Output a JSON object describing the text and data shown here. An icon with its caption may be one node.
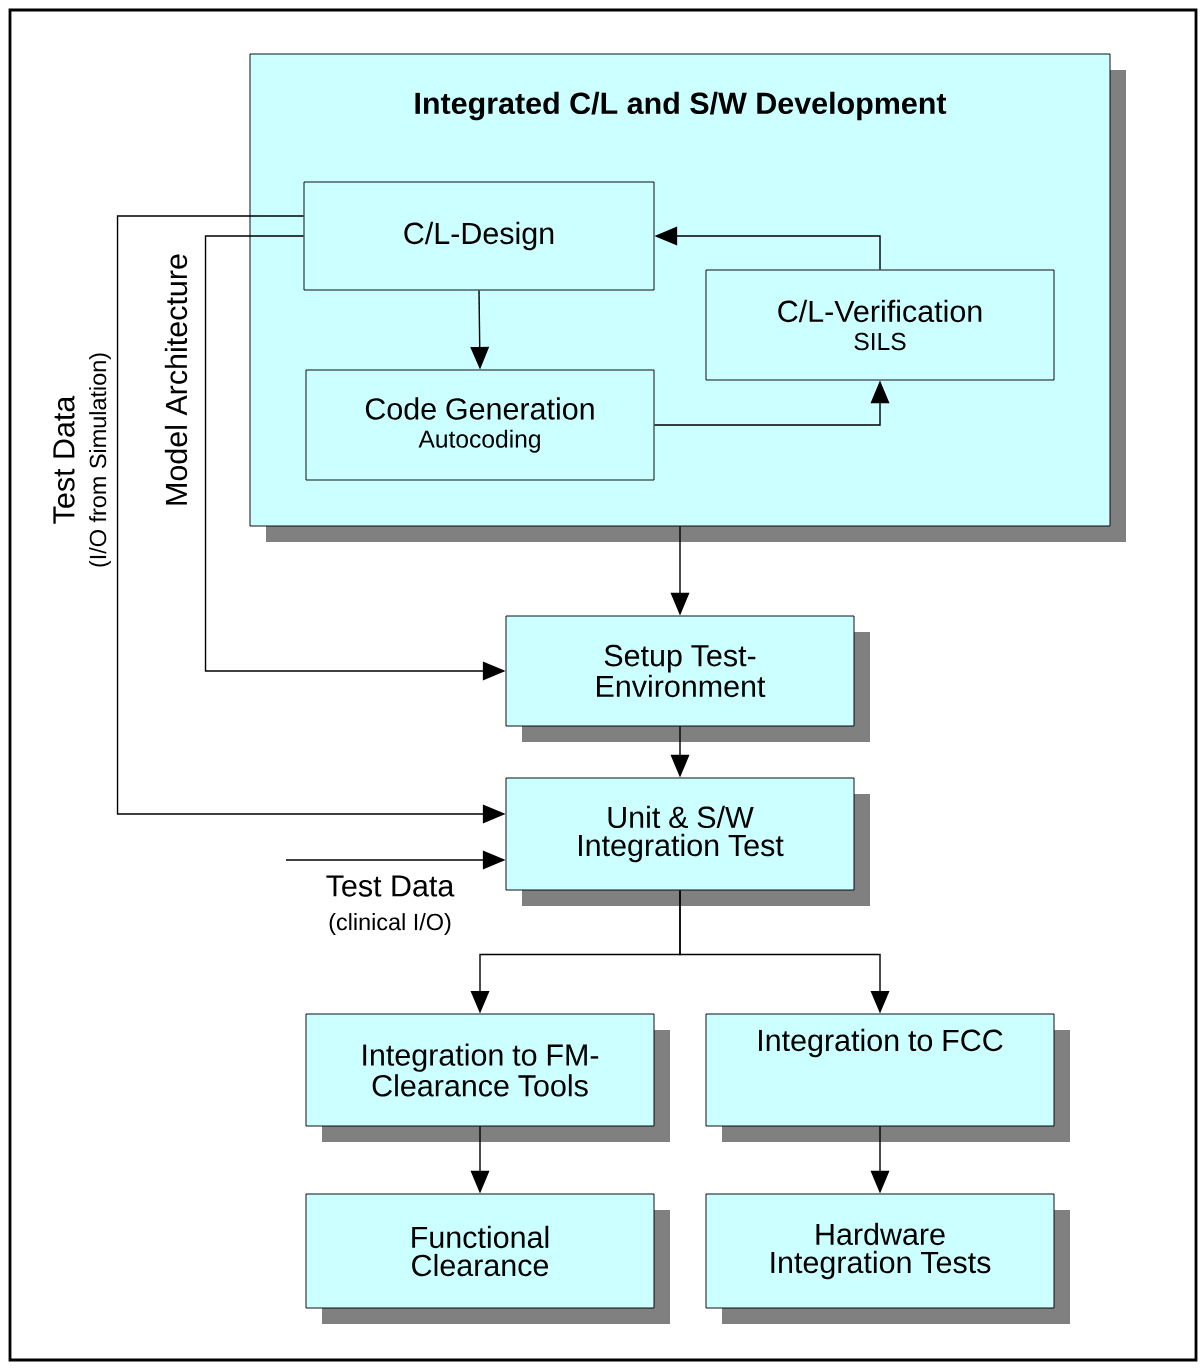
{
  "diagram": {
    "nodes": [
      {
        "text": [
          "Integrated C/L and S/W Development"
        ]
      },
      {
        "text": [
          "C/L-Design"
        ],
        "in": 0
      },
      {
        "text": [
          "Code Generation",
          "Autocoding"
        ],
        "in": 0
      },
      {
        "text": [
          "C/L-Verification",
          "SILS"
        ],
        "in": 0
      },
      {
        "text": [
          "Setup Test-Environment"
        ]
      },
      {
        "text": [
          "Unit & S/W Integration Test"
        ]
      },
      {
        "text": [
          "Integration to FM-Clearance Tools"
        ]
      },
      {
        "text": [
          "Integration to FCC"
        ]
      },
      {
        "text": [
          "Functional Clearance"
        ]
      },
      {
        "text": [
          "Hardware Integration Tests"
        ]
      }
    ],
    "edges": [
      {
        "from": 1,
        "to": 2,
        "arrow": "to"
      },
      {
        "from": 2,
        "to": 3,
        "arrow": "to"
      },
      {
        "from": 3,
        "to": 1,
        "arrow": "to"
      },
      {
        "from": 0,
        "to": 4,
        "arrow": "to"
      },
      {
        "from": 4,
        "to": 5,
        "arrow": "to"
      },
      {
        "from": 1,
        "to": 5,
        "arrow": "to",
        "label": "Test Data"
      },
      {
        "from": 1,
        "to": 4,
        "arrow": "to",
        "label": "Model Architecture"
      },
      {
        "from": null,
        "to": 5,
        "arrow": "to",
        "label": "Test Data"
      },
      {
        "from": 5,
        "to": 6,
        "arrow": "to"
      },
      {
        "from": 5,
        "to": 7,
        "arrow": "to"
      },
      {
        "from": 6,
        "to": 8,
        "arrow": "to"
      },
      {
        "from": 7,
        "to": 9,
        "arrow": "to"
      }
    ],
    "labels": [
      "(I/O from Simulation)",
      "(clinical I/O)"
    ]
  }
}
